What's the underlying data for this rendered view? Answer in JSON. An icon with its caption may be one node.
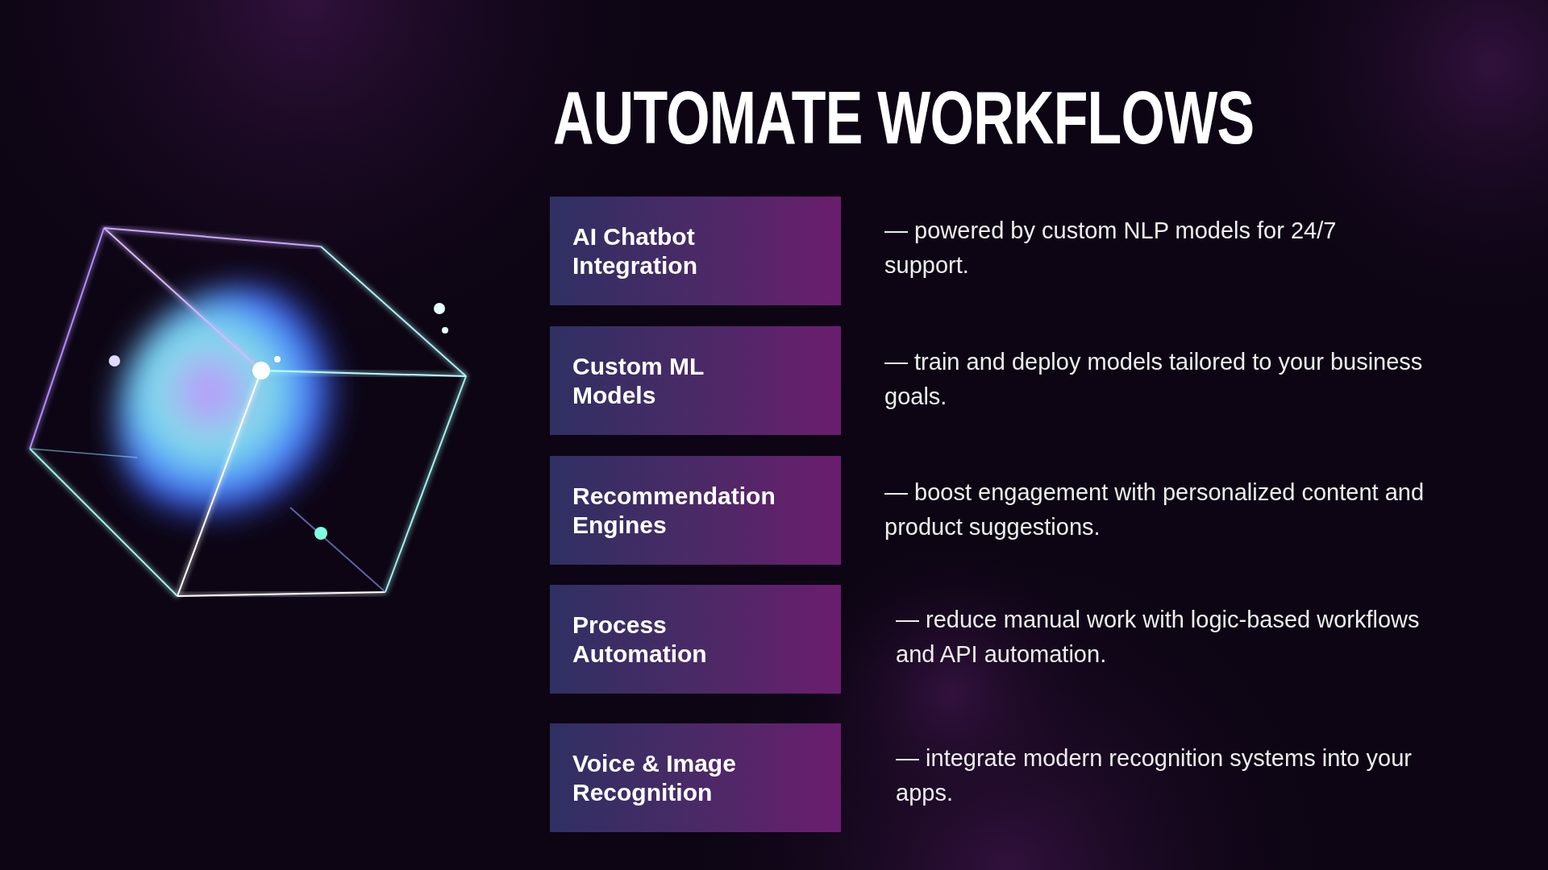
{
  "diagram": {
    "title": "AUTOMATE WORKFLOWS",
    "nodes": [
      {
        "text": [
          "AI Chatbot Integration"
        ],
        "beside": [
          "— powered by custom NLP models for 24/7 support."
        ]
      },
      {
        "text": [
          "Custom ML Models"
        ],
        "beside": [
          "— train and deploy models tailored to your business goals."
        ]
      },
      {
        "text": [
          "Recommendation Engines"
        ],
        "beside": [
          "— boost engagement with personalized content and product suggestions."
        ]
      },
      {
        "text": [
          "Process Automation"
        ],
        "beside": [
          "— reduce manual work with logic-based workflows and API automation."
        ]
      },
      {
        "text": [
          "Voice & Image Recognition"
        ],
        "beside": [
          "— integrate modern recognition systems into your apps."
        ]
      }
    ]
  }
}
